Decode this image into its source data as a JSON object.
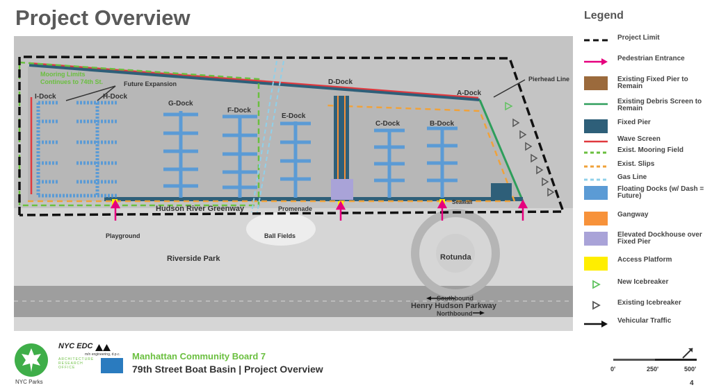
{
  "page": {
    "title": "Project Overview",
    "page_number": "4"
  },
  "map": {
    "dock_labels": [
      "I-Dock",
      "H-Dock",
      "G-Dock",
      "F-Dock",
      "E-Dock",
      "D-Dock",
      "C-Dock",
      "B-Dock",
      "A-Dock"
    ],
    "mooring_note": [
      "Mooring Limits",
      "Continues to 74th St."
    ],
    "future_expansion": "Future Expansion",
    "pierhead_line": "Pierhead Line",
    "seawall": "Seawall",
    "hudson_river_greenway": "Hudson River Greenway",
    "promenade": "Promenade",
    "playground": "Playground",
    "ball_fields": "Ball Fields",
    "riverside_park": "Riverside Park",
    "rotunda": "Rotunda",
    "southbound": "Southbound",
    "parkway": "Henry Hudson Parkway",
    "northbound": "Northbound"
  },
  "legend": {
    "title": "Legend",
    "items": [
      {
        "label": "Project Limit",
        "kind": "dash",
        "color": "#111111"
      },
      {
        "label": "Pedestrian Entrance",
        "kind": "arrow",
        "color": "#e6007e"
      },
      {
        "label": "Existing Fixed Pier to Remain",
        "kind": "box",
        "color": "#9b6a3c"
      },
      {
        "label": "Existing Debris Screen to Remain",
        "kind": "line",
        "color": "#2e9e5b"
      },
      {
        "label": "Fixed Pier",
        "kind": "box",
        "color": "#2e5f79"
      },
      {
        "label": "Wave Screen",
        "kind": "line",
        "color": "#e0393e"
      },
      {
        "label": "Exist. Mooring Field",
        "kind": "dashline",
        "color": "#6abf3f"
      },
      {
        "label": "Exist. Slips",
        "kind": "dashline",
        "color": "#f0a23a"
      },
      {
        "label": "Gas Line",
        "kind": "dashline",
        "color": "#8fd0ea"
      },
      {
        "label": "Floating Docks (w/ Dash = Future)",
        "kind": "box",
        "color": "#5b9bd5"
      },
      {
        "label": "Gangway",
        "kind": "box",
        "color": "#f7923a"
      },
      {
        "label": "Elevated Dockhouse over Fixed Pier",
        "kind": "box",
        "color": "#a9a3d8"
      },
      {
        "label": "Access Platform",
        "kind": "box",
        "color": "#ffee00"
      },
      {
        "label": "New Icebreaker",
        "kind": "tri",
        "color": "#5ec25e"
      },
      {
        "label": "Existing Icebreaker",
        "kind": "tri",
        "color": "#555555"
      },
      {
        "label": "Vehicular Traffic",
        "kind": "blackarrow",
        "color": "#111111"
      }
    ]
  },
  "footer": {
    "logo_text": "NYC Parks",
    "edc": "NYC EDC",
    "aro": [
      "ARCHITECTURE",
      "RESEARCH",
      "OFFICE"
    ],
    "mn": "m/n engineering, d.p.c.",
    "board": "Manhattan Community Board 7",
    "project": "79th Street Boat Basin  |  Project Overview"
  },
  "scale": {
    "ticks": [
      "0'",
      "250'",
      "500'"
    ]
  },
  "colors": {
    "water": "#bdbdbd",
    "land": "#d5d5d5",
    "accent_green": "#6abf3f"
  }
}
